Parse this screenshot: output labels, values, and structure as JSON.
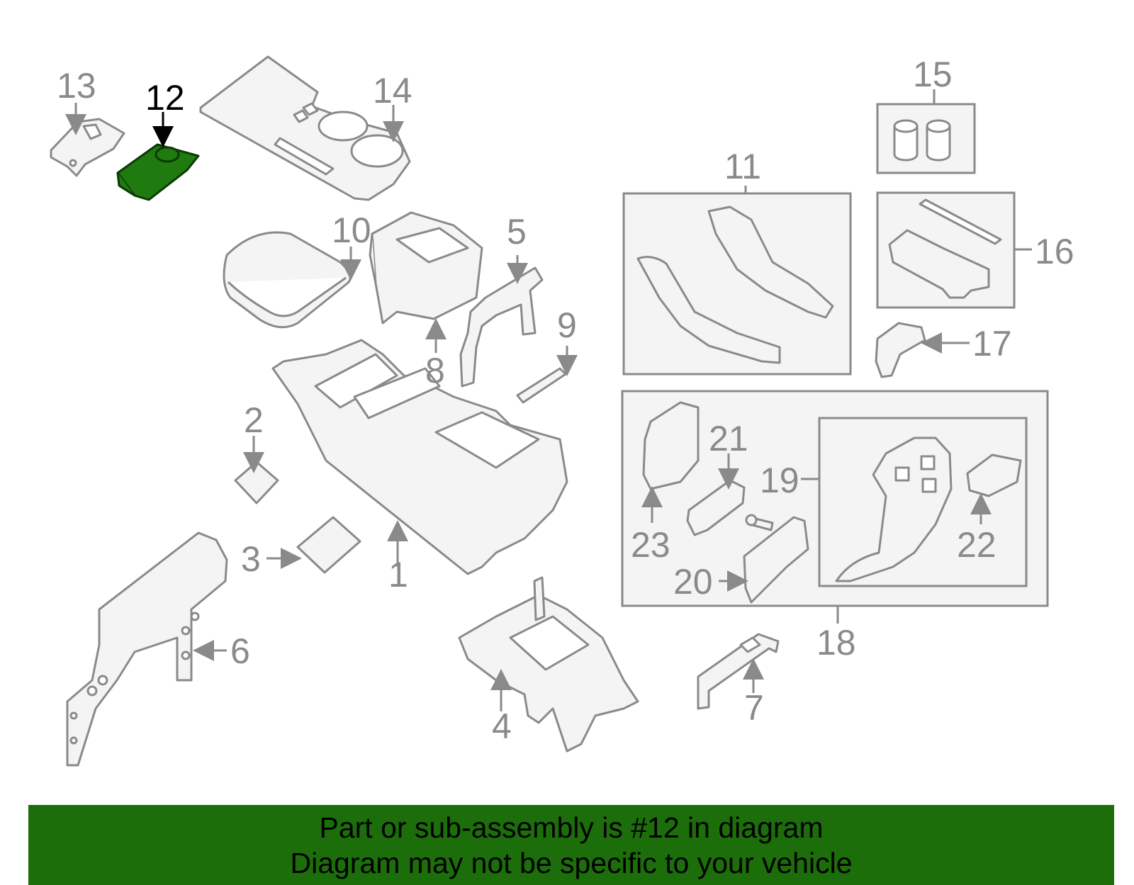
{
  "diagram": {
    "highlight_color": "#1c6e0a",
    "callouts": {
      "c1": "1",
      "c2": "2",
      "c3": "3",
      "c4": "4",
      "c5": "5",
      "c6": "6",
      "c7": "7",
      "c8": "8",
      "c9": "9",
      "c10": "10",
      "c11": "11",
      "c12": "12",
      "c13": "13",
      "c14": "14",
      "c15": "15",
      "c16": "16",
      "c17": "17",
      "c18": "18",
      "c19": "19",
      "c20": "20",
      "c21": "21",
      "c22": "22",
      "c23": "23"
    },
    "highlighted_part": "12"
  },
  "banner": {
    "line1": "Part or sub-assembly is #12 in diagram",
    "line2": "Diagram may not be specific to your vehicle"
  }
}
